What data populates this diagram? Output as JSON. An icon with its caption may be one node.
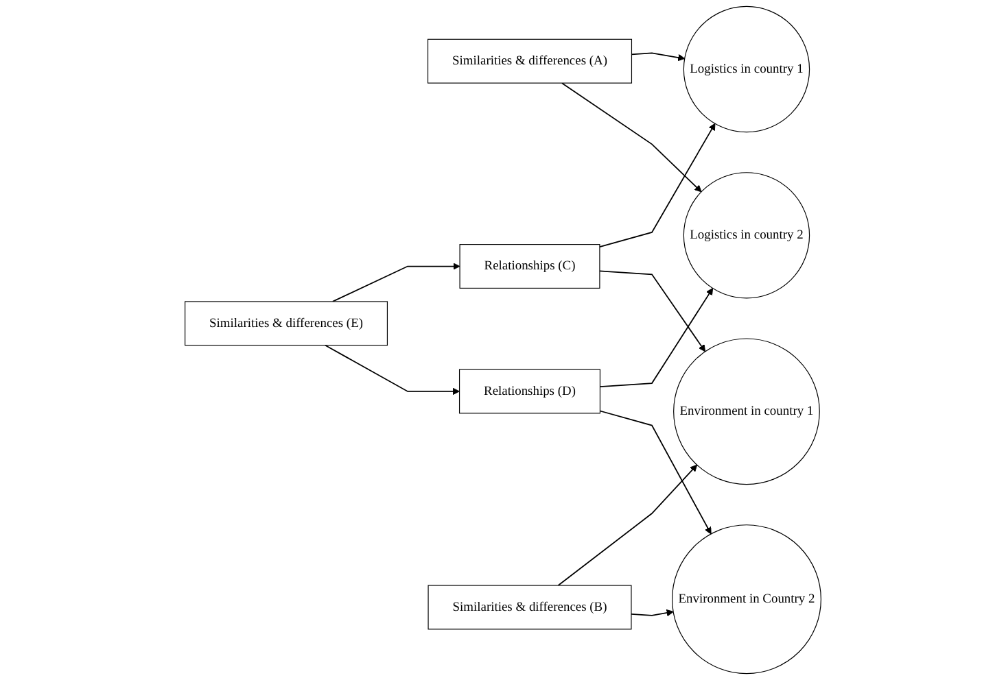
{
  "diagram": {
    "nodes": [
      {
        "text": [
          "Logistics in country 1"
        ]
      },
      {
        "text": [
          "Similarities & differences (A)"
        ]
      },
      {
        "text": [
          "Logistics in country 2"
        ]
      },
      {
        "text": [
          "Relationships (C)"
        ]
      },
      {
        "text": [
          "Similarities & differences (E)"
        ]
      },
      {
        "text": [
          "Relationships (D)"
        ]
      },
      {
        "text": [
          "Environment in country 1"
        ]
      },
      {
        "text": [
          "Similarities & differences (B)"
        ]
      },
      {
        "text": [
          "Environment in Country 2"
        ]
      }
    ],
    "edges": [
      {
        "from": 1,
        "to": 0,
        "arrow": "to"
      },
      {
        "from": 1,
        "to": 2,
        "arrow": "to"
      },
      {
        "from": 3,
        "to": 0,
        "arrow": "to"
      },
      {
        "from": 3,
        "to": 6,
        "arrow": "to"
      },
      {
        "from": 4,
        "to": 3,
        "arrow": "to"
      },
      {
        "from": 4,
        "to": 5,
        "arrow": "to"
      },
      {
        "from": 5,
        "to": 2,
        "arrow": "to"
      },
      {
        "from": 5,
        "to": 8,
        "arrow": "to"
      },
      {
        "from": 7,
        "to": 6,
        "arrow": "to"
      },
      {
        "from": 7,
        "to": 8,
        "arrow": "to"
      }
    ]
  }
}
